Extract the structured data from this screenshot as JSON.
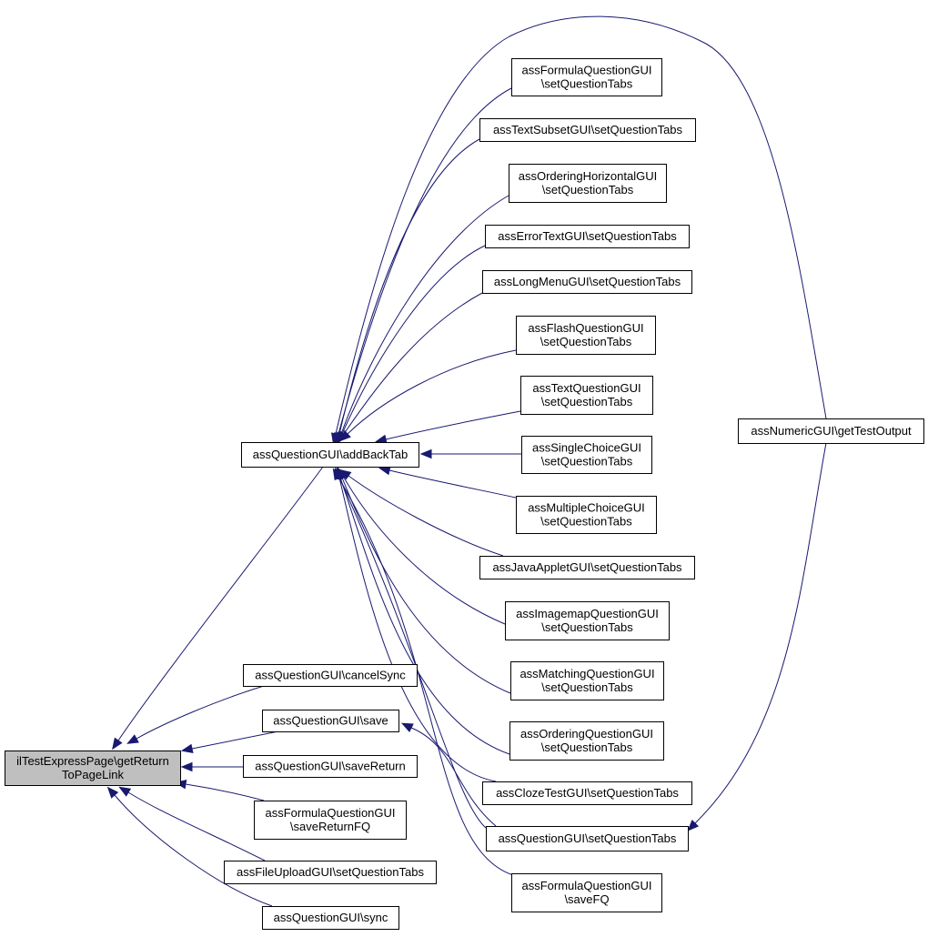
{
  "graph": {
    "title": "",
    "nodes": {
      "getReturnToPageLink": {
        "lines": [
          "ilTestExpressPage\\getReturn",
          "ToPageLink"
        ],
        "highlighted": true
      },
      "addBackTab": {
        "lines": [
          "assQuestionGUI\\addBackTab"
        ]
      },
      "cancelSync": {
        "lines": [
          "assQuestionGUI\\cancelSync"
        ]
      },
      "save": {
        "lines": [
          "assQuestionGUI\\save"
        ]
      },
      "saveReturn": {
        "lines": [
          "assQuestionGUI\\saveReturn"
        ]
      },
      "saveReturnFQ": {
        "lines": [
          "assFormulaQuestionGUI",
          "\\saveReturnFQ"
        ]
      },
      "fileUploadSetTabs": {
        "lines": [
          "assFileUploadGUI\\setQuestionTabs"
        ]
      },
      "sync": {
        "lines": [
          "assQuestionGUI\\sync"
        ]
      },
      "formulaSetTabs": {
        "lines": [
          "assFormulaQuestionGUI",
          "\\setQuestionTabs"
        ]
      },
      "textSubsetSetTabs": {
        "lines": [
          "assTextSubsetGUI\\setQuestionTabs"
        ]
      },
      "orderingHorizontalSetTabs": {
        "lines": [
          "assOrderingHorizontalGUI",
          "\\setQuestionTabs"
        ]
      },
      "errorTextSetTabs": {
        "lines": [
          "assErrorTextGUI\\setQuestionTabs"
        ]
      },
      "longMenuSetTabs": {
        "lines": [
          "assLongMenuGUI\\setQuestionTabs"
        ]
      },
      "flashSetTabs": {
        "lines": [
          "assFlashQuestionGUI",
          "\\setQuestionTabs"
        ]
      },
      "textQuestionSetTabs": {
        "lines": [
          "assTextQuestionGUI",
          "\\setQuestionTabs"
        ]
      },
      "singleChoiceSetTabs": {
        "lines": [
          "assSingleChoiceGUI",
          "\\setQuestionTabs"
        ]
      },
      "multipleChoiceSetTabs": {
        "lines": [
          "assMultipleChoiceGUI",
          "\\setQuestionTabs"
        ]
      },
      "javaAppletSetTabs": {
        "lines": [
          "assJavaAppletGUI\\setQuestionTabs"
        ]
      },
      "imagemapSetTabs": {
        "lines": [
          "assImagemapQuestionGUI",
          "\\setQuestionTabs"
        ]
      },
      "matchingSetTabs": {
        "lines": [
          "assMatchingQuestionGUI",
          "\\setQuestionTabs"
        ]
      },
      "orderingQuestionSetTabs": {
        "lines": [
          "assOrderingQuestionGUI",
          "\\setQuestionTabs"
        ]
      },
      "clozeSetTabs": {
        "lines": [
          "assClozeTestGUI\\setQuestionTabs"
        ]
      },
      "questionSetTabs": {
        "lines": [
          "assQuestionGUI\\setQuestionTabs"
        ]
      },
      "saveFQ": {
        "lines": [
          "assFormulaQuestionGUI",
          "\\saveFQ"
        ]
      },
      "getTestOutput": {
        "lines": [
          "assNumericGUI\\getTestOutput"
        ]
      }
    },
    "edges": [
      {
        "from": "addBackTab",
        "to": "getReturnToPageLink"
      },
      {
        "from": "cancelSync",
        "to": "getReturnToPageLink"
      },
      {
        "from": "save",
        "to": "getReturnToPageLink"
      },
      {
        "from": "saveReturn",
        "to": "getReturnToPageLink"
      },
      {
        "from": "saveReturnFQ",
        "to": "getReturnToPageLink"
      },
      {
        "from": "fileUploadSetTabs",
        "to": "getReturnToPageLink"
      },
      {
        "from": "sync",
        "to": "getReturnToPageLink"
      },
      {
        "from": "formulaSetTabs",
        "to": "addBackTab"
      },
      {
        "from": "textSubsetSetTabs",
        "to": "addBackTab"
      },
      {
        "from": "orderingHorizontalSetTabs",
        "to": "addBackTab"
      },
      {
        "from": "errorTextSetTabs",
        "to": "addBackTab"
      },
      {
        "from": "longMenuSetTabs",
        "to": "addBackTab"
      },
      {
        "from": "flashSetTabs",
        "to": "addBackTab"
      },
      {
        "from": "textQuestionSetTabs",
        "to": "addBackTab"
      },
      {
        "from": "singleChoiceSetTabs",
        "to": "addBackTab"
      },
      {
        "from": "multipleChoiceSetTabs",
        "to": "addBackTab"
      },
      {
        "from": "javaAppletSetTabs",
        "to": "addBackTab"
      },
      {
        "from": "imagemapSetTabs",
        "to": "addBackTab"
      },
      {
        "from": "matchingSetTabs",
        "to": "addBackTab"
      },
      {
        "from": "orderingQuestionSetTabs",
        "to": "addBackTab"
      },
      {
        "from": "clozeSetTabs",
        "to": "addBackTab"
      },
      {
        "from": "questionSetTabs",
        "to": "addBackTab"
      },
      {
        "from": "saveFQ",
        "to": "addBackTab"
      },
      {
        "from": "getTestOutput",
        "to": "addBackTab"
      },
      {
        "from": "questionSetTabs",
        "to": "save"
      },
      {
        "from": "getTestOutput",
        "to": "questionSetTabs"
      }
    ],
    "colors": {
      "edge": "#191970",
      "highlighted_fill": "#bfbfbf",
      "node_fill": "#ffffff",
      "node_border": "#000000"
    }
  }
}
